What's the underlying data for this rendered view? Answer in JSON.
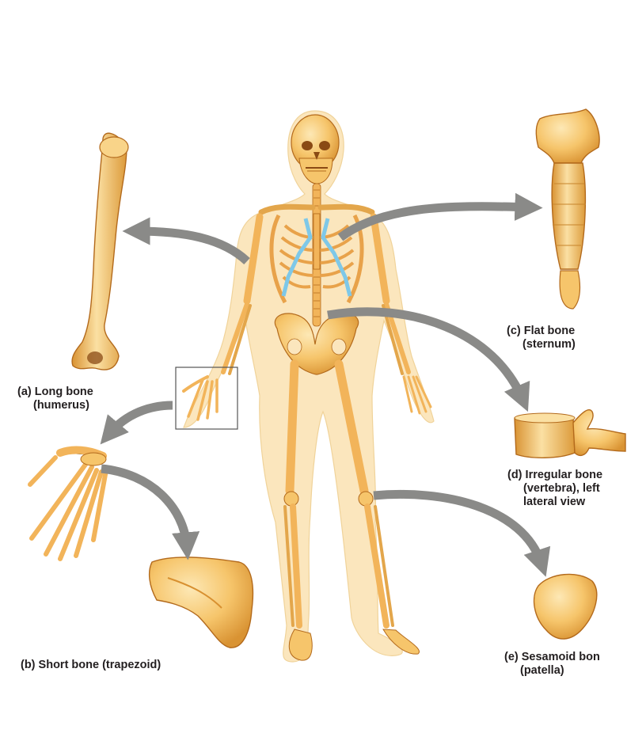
{
  "colors": {
    "bone_fill": "#f6c56b",
    "bone_highlight": "#fbe0a3",
    "bone_shadow": "#d8902f",
    "bone_outline": "#b36a1c",
    "body_silhouette": "#fbe6bd",
    "cartilage": "#7ec8e8",
    "arrow": "#8a8a88",
    "inset_box": "#555555",
    "label_text": "#231f20"
  },
  "labels": {
    "long_bone": {
      "line1": "(a) Long bone",
      "line2": "(humerus)"
    },
    "short_bone": {
      "line1": "(b) Short bone (trapezoid)"
    },
    "flat_bone": {
      "line1": "(c) Flat bone",
      "line2": "(sternum)"
    },
    "irregular_bone": {
      "line1": "(d) Irregular bone",
      "line2": "(vertebra), left",
      "line3": "lateral view"
    },
    "sesamoid_bone": {
      "line1": "(e) Sesamoid bon",
      "line2": "(patella)"
    }
  }
}
